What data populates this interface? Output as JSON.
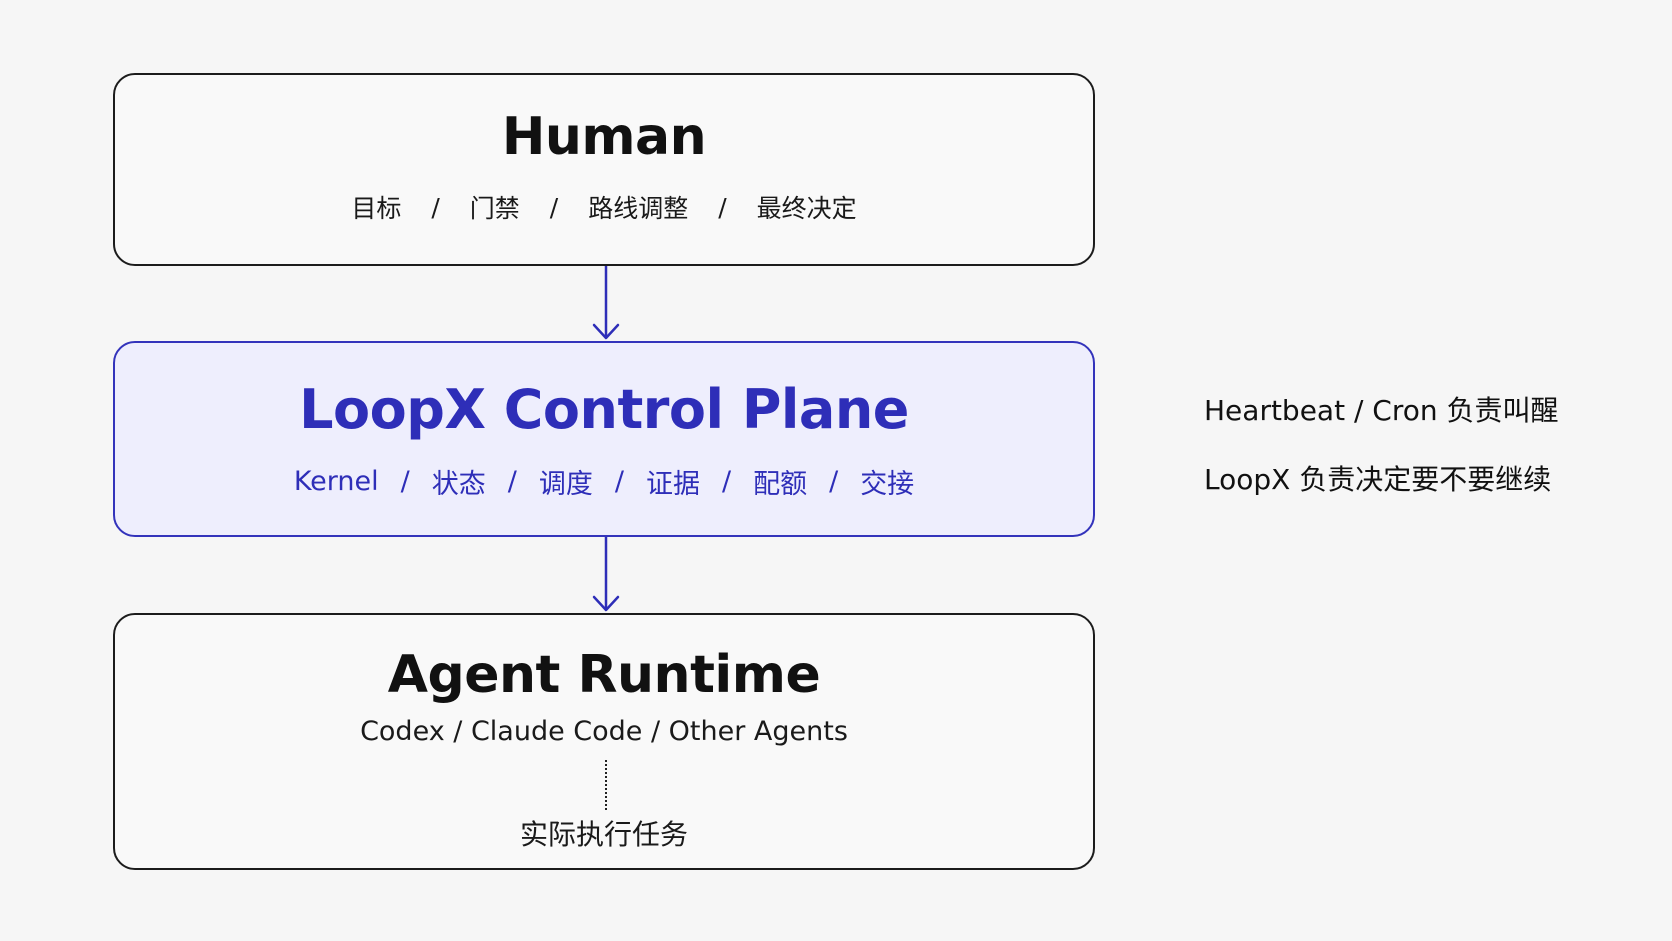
{
  "human": {
    "title": "Human",
    "tags": [
      "目标",
      "门禁",
      "路线调整",
      "最终决定"
    ],
    "separator": "/"
  },
  "control_plane": {
    "title": "LoopX Control Plane",
    "tags": [
      "Kernel",
      "状态",
      "调度",
      "证据",
      "配额",
      "交接"
    ],
    "separator": "/"
  },
  "runtime": {
    "title": "Agent Runtime",
    "agents": "Codex / Claude Code / Other Agents",
    "task": "实际执行任务"
  },
  "side_notes": {
    "line1": "Heartbeat / Cron 负责叫醒",
    "line2": "LoopX 负责决定要不要继续"
  },
  "colors": {
    "accent": "#2e2eb8",
    "accent_fill": "#eeeefd",
    "border": "#1c1c1c",
    "background": "#f6f6f6"
  }
}
